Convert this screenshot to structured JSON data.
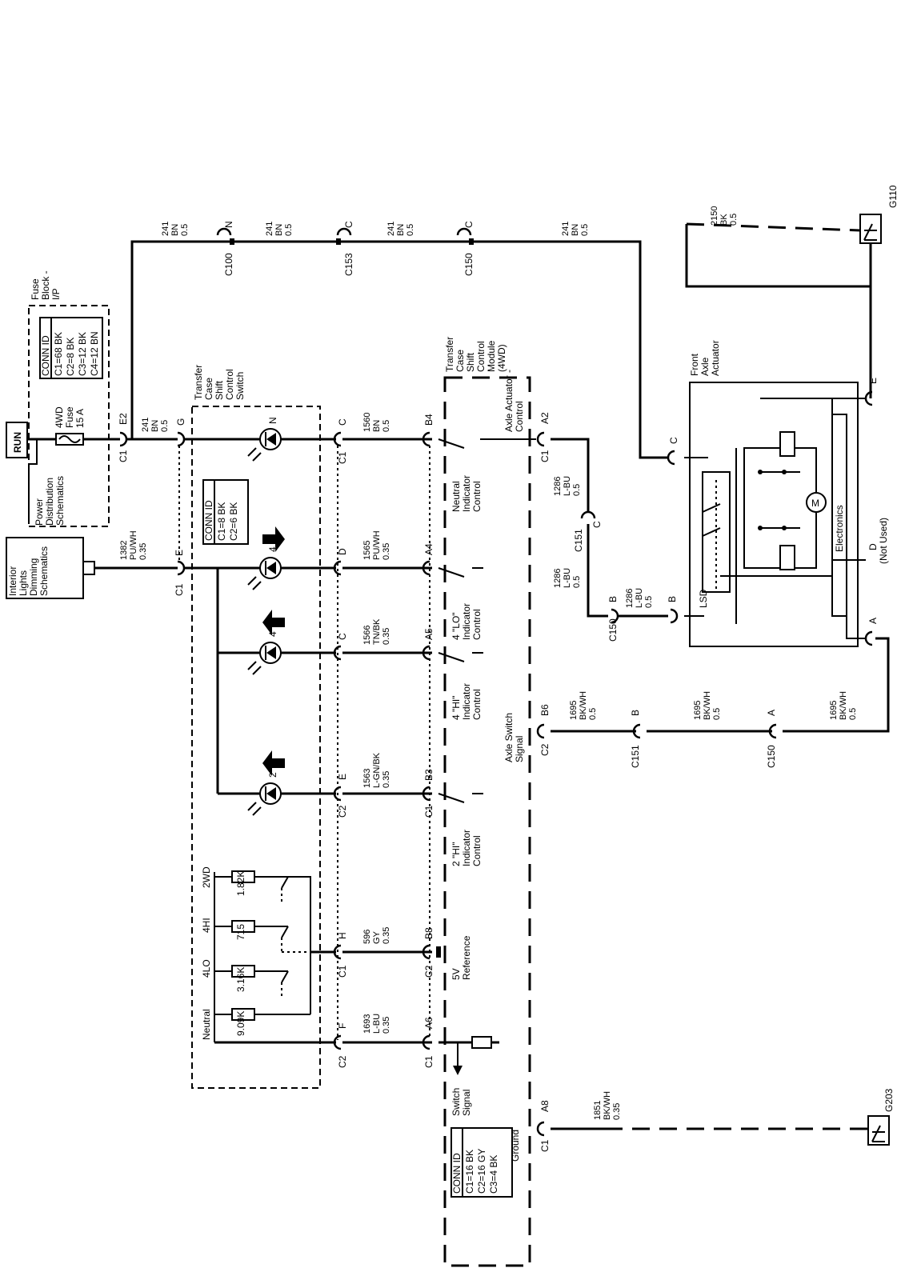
{
  "power": {
    "run": "RUN",
    "power_dist": [
      "Power",
      "Distribution",
      "Schematics"
    ],
    "fuse": [
      "4WD",
      "Fuse",
      "15 A"
    ],
    "fuse_block": [
      "Fuse",
      "Block -",
      "I/P"
    ],
    "fuse_conn_ids": [
      "CONN ID",
      "C1=68 BK",
      "C2=8 BK",
      "C3=12 BK",
      "C4=12 BN"
    ]
  },
  "interior_lights": [
    "Interior",
    "Lights",
    "Dimming",
    "Schematics"
  ],
  "tc_switch": {
    "title": [
      "Transfer",
      "Case",
      "Shift",
      "Control",
      "Switch"
    ],
    "conn_ids": [
      "CONN ID",
      "C1=8 BK",
      "C2=6 BK"
    ],
    "lamp_n": "N",
    "lamp_4": "4",
    "lamp_2": "2",
    "resistors": [
      "1.82K",
      "715",
      "3.16K",
      "9.09K"
    ],
    "positions": [
      "2WD",
      "4HI",
      "4LO",
      "Neutral"
    ]
  },
  "module": {
    "title": [
      "Transfer",
      "Case",
      "Shift",
      "Control",
      "Module",
      "(4WD)"
    ],
    "conn_ids": [
      "CONN ID",
      "C1=16 BK",
      "C2=16 GY",
      "C3=4 BK"
    ],
    "neutral_ind": [
      "Neutral",
      "Indicator",
      "Control"
    ],
    "lo_ind": [
      "4 \"LO\"",
      "Indicator",
      "Control"
    ],
    "hi4_ind": [
      "4 \"HI\"",
      "Indicator",
      "Control"
    ],
    "hi2_ind": [
      "2 \"HI\"",
      "Indicator",
      "Control"
    ],
    "ref": [
      "5V",
      "Reference"
    ],
    "switch_sig": [
      "Switch",
      "Signal"
    ],
    "axle_act": [
      "Axle Actuator -",
      "Control"
    ],
    "axle_sw": [
      "Axle Switch",
      "Signal"
    ],
    "ground": "Ground"
  },
  "actuator": {
    "title": [
      "Front",
      "Axle",
      "Actuator"
    ],
    "electronics": "Electronics",
    "lsd": "LSD",
    "motor": "M",
    "pin_c": "C",
    "pin_d": "D",
    "not_used": "(Not Used)",
    "pin_b": "B",
    "pin_a": "A",
    "pin_e": "E"
  },
  "grounds": [
    "G110",
    "G203"
  ],
  "connectors": {
    "c100": "C100",
    "c153": "C153",
    "c150": "C150",
    "c151": "C151",
    "c1": "C1",
    "c2": "C2",
    "pin_n": "N",
    "pin_c": "C",
    "pin_e2": "E2",
    "pin_g": "G",
    "pin_e": "E",
    "pin_d": "D",
    "pin_h": "H",
    "pin_f": "F",
    "pin_b": "B",
    "pin_a": "A",
    "pin_b4": "B4",
    "pin_a4": "A4",
    "pin_a5": "A5",
    "pin_b3": "B3",
    "pin_b8": "B8",
    "pin_a6": "A6",
    "pin_a2": "A2",
    "pin_b6": "B6",
    "pin_a8": "A8"
  },
  "wires": {
    "w241": [
      "241",
      "BN",
      "0.5"
    ],
    "w2150": [
      "2150",
      "BK",
      "0.5"
    ],
    "w1382": [
      "1382",
      "PU/WH",
      "0.35"
    ],
    "w1560": [
      "1560",
      "BN",
      "0.5"
    ],
    "w1565": [
      "1565",
      "PU/WH",
      "0.35"
    ],
    "w1566": [
      "1566",
      "TN/BK",
      "0.35"
    ],
    "w1563": [
      "1563",
      "L-GN/BK",
      "0.35"
    ],
    "w596": [
      "596",
      "GY",
      "0.35"
    ],
    "w1693": [
      "1693",
      "L-BU",
      "0.35"
    ],
    "w1286": [
      "1286",
      "L-BU",
      "0.5"
    ],
    "w1695": [
      "1695",
      "BK/WH",
      "0.5"
    ],
    "w1851": [
      "1851",
      "BK/WH",
      "0.35"
    ]
  }
}
